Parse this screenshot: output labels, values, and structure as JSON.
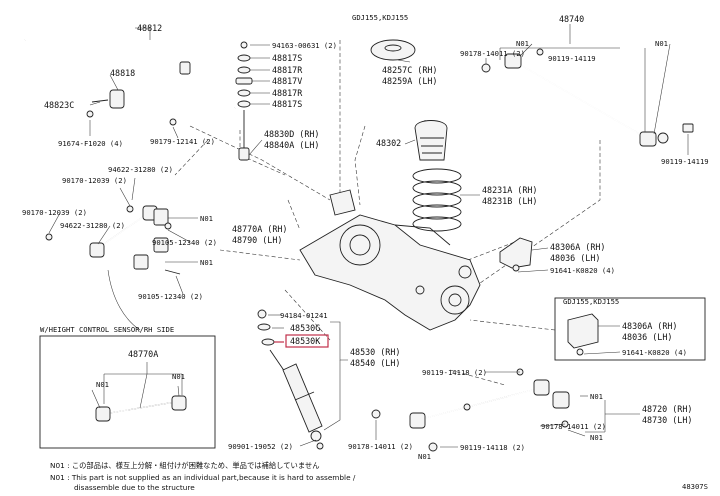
{
  "labels": {
    "p48812": "48812",
    "p48818": "48818",
    "p48823C": "48823C",
    "p91674": "91674-F1020 (4)",
    "p90179_12141": "90179-12141 (2)",
    "p94163": "94163-00631 (2)",
    "p48817S": "48817S",
    "p48817R_a": "48817R",
    "p48817V": "48817V",
    "p48817R_b": "48817R",
    "p48817S_b": "48817S",
    "p48830D": "48830D (RH)",
    "p48840A": "48840A (LH)",
    "header_gdj": "GDJ155,KDJ155",
    "p48257C": "48257C (RH)",
    "p48259A": "48259A (LH)",
    "p48302": "48302",
    "p48231A": "48231A (RH)",
    "p48231B": "48231B (LH)",
    "p48740": "48740",
    "n01_ul": "N01",
    "n01_ur": "N01",
    "p90178_14011_top": "90178-14011 (2)",
    "p90119_14119_top": "90119-14119",
    "p90119_14119_right": "90119-14119",
    "p94622_31280_a": "94622-31280 (2)",
    "p90170_12039_a": "90170-12039 (2)",
    "p90170_12039_b": "90170-12039 (2)",
    "p94622_31280_b": "94622-31280 (2)",
    "n01_mid_a": "N01",
    "n01_mid_b": "N01",
    "p48770A": "48770A (RH)",
    "p48790": "48790 (LH)",
    "p90105_12340": "90105-12340 (2)",
    "p90105_12340_b": "90105-12340 (2)",
    "weight_sensor": "W/HEIGHT CONTROL SENSOR/RH SIDE",
    "p48770A_box": "48770A",
    "n01_box_l": "N01",
    "n01_box_r": "N01",
    "p94184": "94184-01241",
    "p48530G": "48530G",
    "p48530K": "48530K",
    "p48530": "48530 (RH)",
    "p48540": "48540 (LH)",
    "p90901": "90901-19052 (2)",
    "p48306A_a": "48306A (RH)",
    "p48036_a": "48036 (LH)",
    "p91641_a": "91641-K0820 (4)",
    "header_gdj2": "GDJ155,KDJ155",
    "p48306A_b": "48306A (RH)",
    "p48036_b": "48036 (LH)",
    "p91641_b": "91641-K0820 (4)",
    "p90119_14118_top": "90119-14118 (2)",
    "n01_lower_r1": "N01",
    "p48720": "48720 (RH)",
    "p48730": "48730 (LH)",
    "p90178_14011_b": "90178-14011 (2)",
    "n01_lower_r2": "N01",
    "p90178_14011_c": "90178-14011 (2)",
    "p90119_14118_b": "90119-14118 (2)",
    "n01_lower_c": "N01"
  },
  "notes": {
    "line1": "N01 : この部品は、様互上分解・組付けが困難なため、単品では補給していません",
    "line2": "N01 : This part is not supplied as an individual part,because it is hard to assemble /",
    "line3": "disassemble due to the structure",
    "code": "48307S"
  },
  "colors": {
    "highlight": "#c0304a",
    "line": "#222222"
  }
}
